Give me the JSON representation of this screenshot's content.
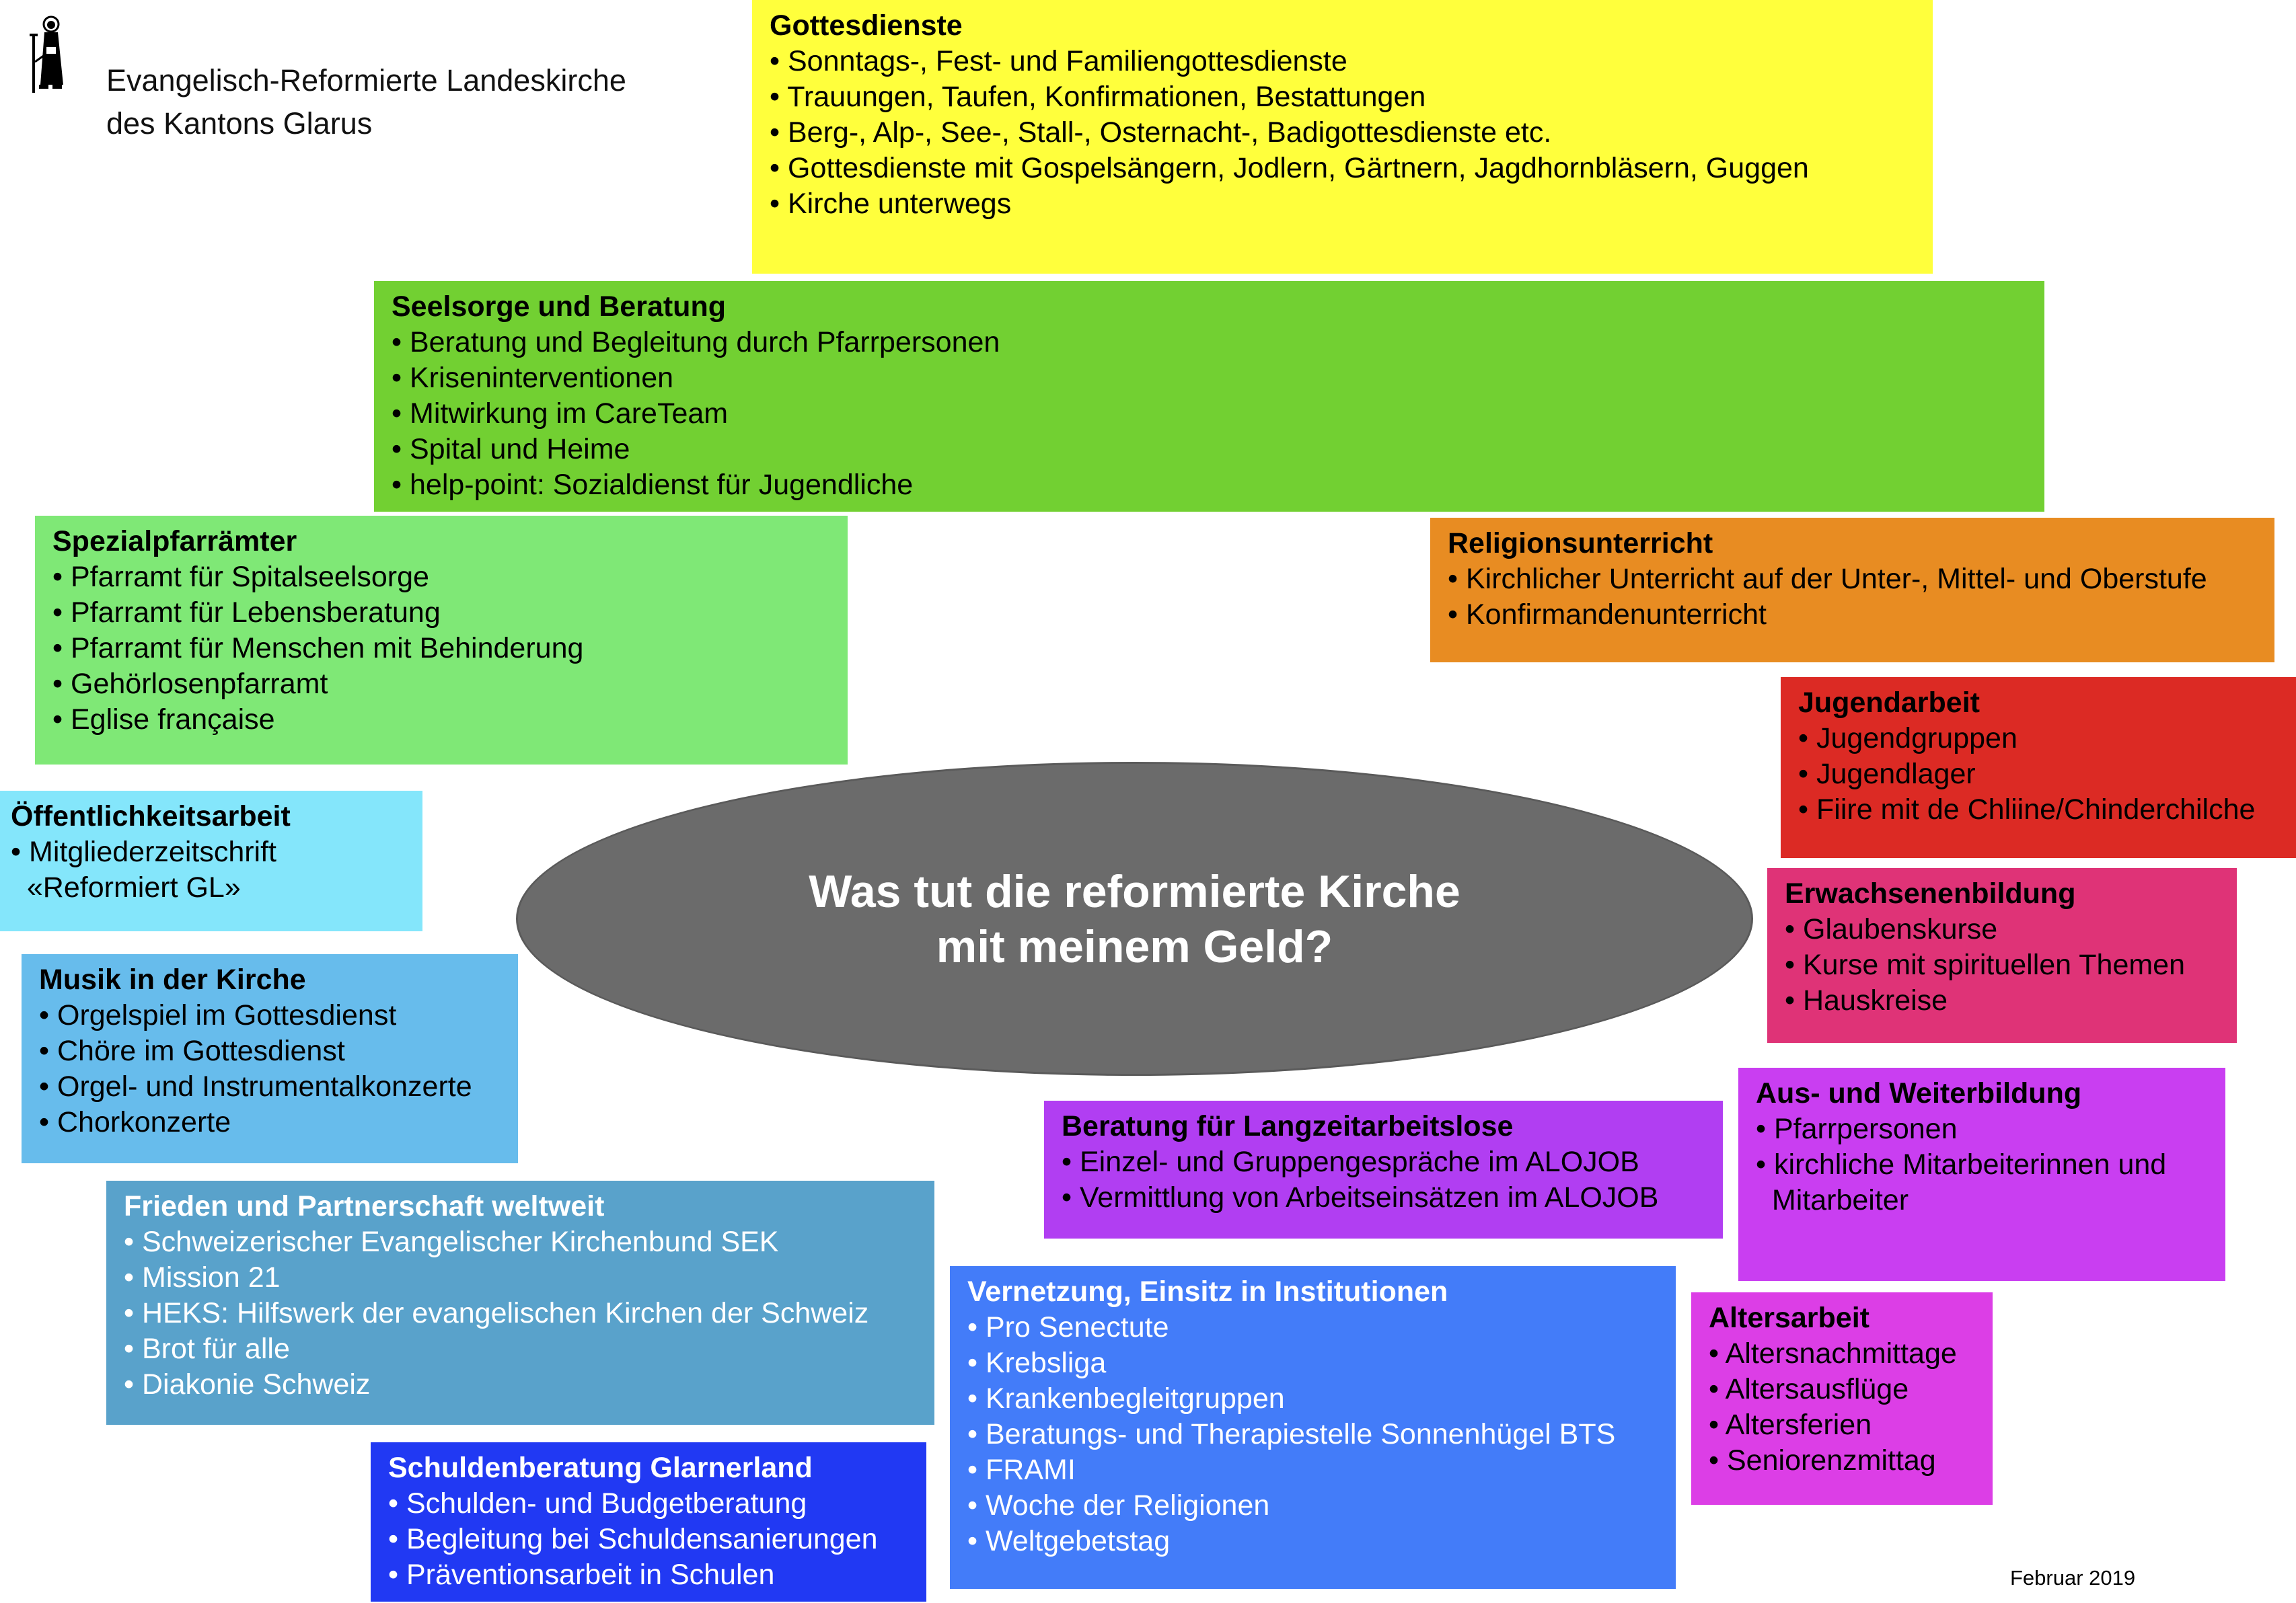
{
  "header": {
    "org_line1": "Evangelisch-Reformierte Landeskirche",
    "org_line2": "des Kantons Glarus",
    "logo_icon": "st-fridolin-pilgrim-icon"
  },
  "center": {
    "line1": "Was tut die reformierte Kirche",
    "line2": "mit meinem Geld?"
  },
  "boxes": {
    "gottesdienste": {
      "title": "Gottesdienste",
      "color": "#ffff3c",
      "items": [
        "• Sonntags-, Fest- und Familiengottesdienste",
        "• Trauungen, Taufen, Konfirmationen, Bestattungen",
        "• Berg-, Alp-, See-, Stall-, Osternacht-, Badigottesdienste etc.",
        "• Gottesdienste mit Gospelsängern, Jodlern, Gärtnern, Jagdhornbläsern, Guggen",
        "• Kirche unterwegs"
      ]
    },
    "seelsorge": {
      "title": "Seelsorge und Beratung",
      "color": "#72d032",
      "items": [
        "• Beratung und Begleitung durch Pfarrpersonen",
        "• Kriseninterventionen",
        "• Mitwirkung im CareTeam",
        "• Spital und Heime",
        "• help-point: Sozialdienst für Jugendliche"
      ]
    },
    "spezialpfarraemter": {
      "title": "Spezialpfarrämter",
      "color": "#7fe876",
      "items": [
        "• Pfarramt für Spitalseelsorge",
        "• Pfarramt für Lebensberatung",
        "• Pfarramt für Menschen mit Behinderung",
        "• Gehörlosenpfarramt",
        "• Eglise française"
      ]
    },
    "religionsunterricht": {
      "title": "Religionsunterricht",
      "color": "#e88c22",
      "items": [
        "• Kirchlicher Unterricht auf der Unter-, Mittel- und Oberstufe",
        "• Konfirmandenunterricht"
      ]
    },
    "jugendarbeit": {
      "title": "Jugendarbeit",
      "color": "#dc2a24",
      "items": [
        "• Jugendgruppen",
        "• Jugendlager",
        "• Fiire mit de Chliine/Chinderchilche"
      ]
    },
    "oeffentlichkeitsarbeit": {
      "title": "Öffentlichkeitsarbeit",
      "color": "#84e6fb",
      "items": [
        "• Mitgliederzeitschrift",
        "  «Reformiert GL»"
      ]
    },
    "erwachsenenbildung": {
      "title": "Erwachsenenbildung",
      "color": "#df3377",
      "items": [
        "• Glaubenskurse",
        "• Kurse mit spirituellen Themen",
        "• Hauskreise"
      ]
    },
    "musik": {
      "title": "Musik in der Kirche",
      "color": "#67bcec",
      "items": [
        "• Orgelspiel im Gottesdienst",
        "• Chöre im Gottesdienst",
        "• Orgel- und Instrumentalkonzerte",
        "• Chorkonzerte"
      ]
    },
    "aus_weiterbildung": {
      "title": "Aus- und Weiterbildung",
      "color": "#c93ef1",
      "items": [
        "• Pfarrpersonen",
        "• kirchliche Mitarbeiterinnen und",
        "  Mitarbeiter"
      ]
    },
    "langzeitarbeitslose": {
      "title": "Beratung für Langzeitarbeitslose",
      "color": "#b13ef2",
      "items": [
        "• Einzel- und Gruppengespräche im ALOJOB",
        "• Vermittlung von Arbeitseinsätzen im ALOJOB"
      ]
    },
    "frieden": {
      "title": "Frieden und Partnerschaft weltweit",
      "color": "#59a2cb",
      "items": [
        "• Schweizerischer Evangelischer Kirchenbund SEK",
        "• Mission 21",
        "• HEKS: Hilfswerk der evangelischen Kirchen der Schweiz",
        "• Brot für alle",
        "• Diakonie Schweiz"
      ]
    },
    "vernetzung": {
      "title": "Vernetzung, Einsitz in Institutionen",
      "color": "#437cf9",
      "items": [
        "• Pro Senectute",
        "• Krebsliga",
        "• Krankenbegleitgruppen",
        "• Beratungs- und Therapiestelle Sonnenhügel BTS",
        "• FRAMI",
        "• Woche der Religionen",
        "• Weltgebetstag"
      ]
    },
    "altersarbeit": {
      "title": "Altersarbeit",
      "color": "#dc3ee6",
      "items": [
        "• Altersnachmittage",
        "• Altersausflüge",
        "• Altersferien",
        "• Seniorenzmittag"
      ]
    },
    "schuldenberatung": {
      "title": "Schuldenberatung Glarnerland",
      "color": "#2139f3",
      "items": [
        "• Schulden- und Budgetberatung",
        "• Begleitung bei Schuldensanierungen",
        "• Präventionsarbeit in Schulen"
      ]
    }
  },
  "footer": {
    "date": "Februar 2019"
  }
}
